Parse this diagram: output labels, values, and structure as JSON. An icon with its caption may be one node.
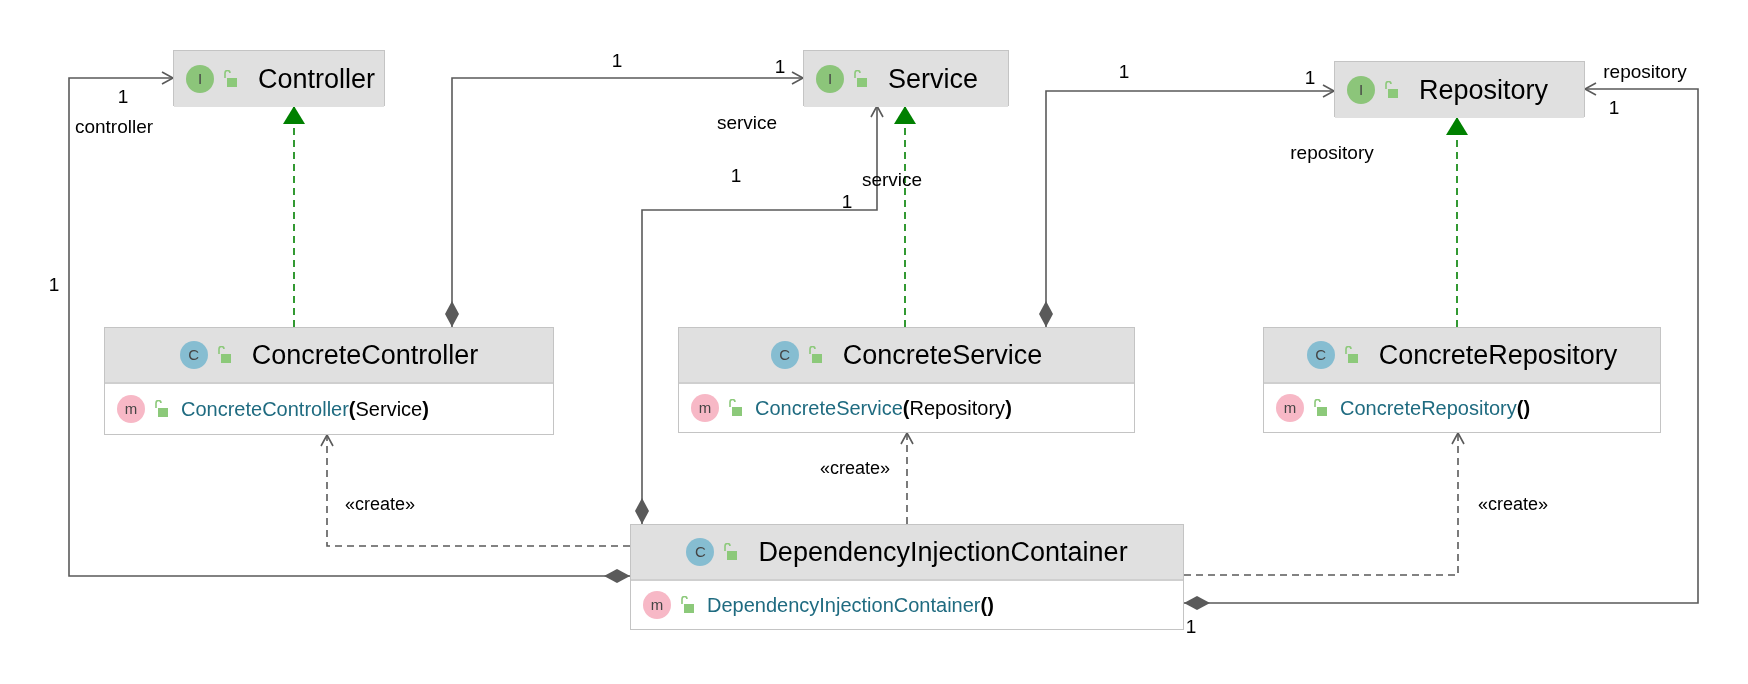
{
  "diagram": {
    "nodes": [
      {
        "text": [
          "Controller"
        ]
      },
      {
        "text": [
          "Service"
        ]
      },
      {
        "text": [
          "Repository"
        ]
      },
      {
        "text": [
          "ConcreteController",
          "ConcreteController",
          "**(**Service**)**"
        ]
      },
      {
        "text": [
          "ConcreteService",
          "ConcreteService",
          "**(**Repository**)**"
        ]
      },
      {
        "text": [
          "ConcreteRepository",
          "ConcreteRepository",
          "**()**"
        ]
      },
      {
        "text": [
          "DependencyInjectionContainer",
          "DependencyInjectionContainer",
          "**()**"
        ]
      }
    ],
    "edges": [
      {
        "from": 3,
        "to": 1,
        "arrow": "to"
      },
      {
        "from": 4,
        "to": 2,
        "arrow": "to"
      },
      {
        "from": 6,
        "to": 1,
        "arrow": "to"
      },
      {
        "from": 6,
        "to": 0,
        "arrow": "to"
      },
      {
        "from": 6,
        "to": 2,
        "arrow": "to"
      },
      {
        "from": 3,
        "to": 0,
        "arrow": "to",
        "style": "dashed",
        "color": "#008000"
      },
      {
        "from": 4,
        "to": 1,
        "arrow": "to",
        "style": "dashed",
        "color": "#008000"
      },
      {
        "from": 5,
        "to": 2,
        "arrow": "to",
        "style": "dashed",
        "color": "#008000"
      },
      {
        "from": 6,
        "to": 3,
        "arrow": "to",
        "style": "dashed",
        "label": "«create»"
      },
      {
        "from": 6,
        "to": 4,
        "arrow": "to",
        "style": "dashed",
        "label": "«create»"
      },
      {
        "from": 6,
        "to": 5,
        "arrow": "to",
        "style": "dashed",
        "label": "«create»"
      }
    ],
    "labels": [
      "1",
      "1",
      "service",
      "1",
      "1",
      "repository",
      "1",
      "service",
      "1",
      "1",
      "controller",
      "1",
      "repository",
      "1",
      "1",
      "I",
      "I",
      "I",
      "C",
      "m",
      "C",
      "m",
      "C",
      "m",
      "C",
      "m"
    ]
  }
}
